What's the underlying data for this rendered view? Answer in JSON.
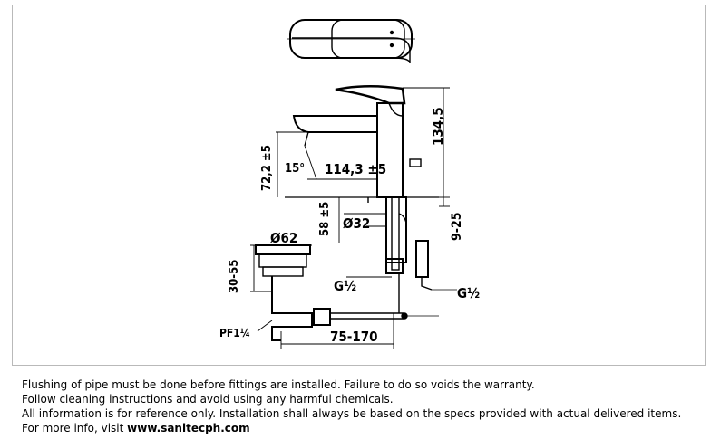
{
  "drawing": {
    "dimensions": {
      "height_overall": "134,5",
      "spout_height": "72,2 ±5",
      "spout_angle": "15°",
      "spout_reach": "114,3 ±5",
      "base_height": "58 ±5",
      "deck_thickness": "9-25",
      "hole_diameter": "Ø32",
      "waste_diameter": "Ø62",
      "waste_height": "30-55",
      "inlet_left": "G½",
      "inlet_right": "G½",
      "waste_thread": "PF1¼",
      "popup_reach": "75-170"
    }
  },
  "notes": {
    "line1": "Flushing of pipe must be done before fittings are installed. Failure to do so voids the warranty.",
    "line2": "Follow cleaning instructions and avoid using any harmful chemicals.",
    "line3": "All information is for reference only. Installation shall always be based on the specs provided with actual delivered items.",
    "line4_prefix": "For more info, visit ",
    "line4_link": "www.sanitecph.com"
  }
}
